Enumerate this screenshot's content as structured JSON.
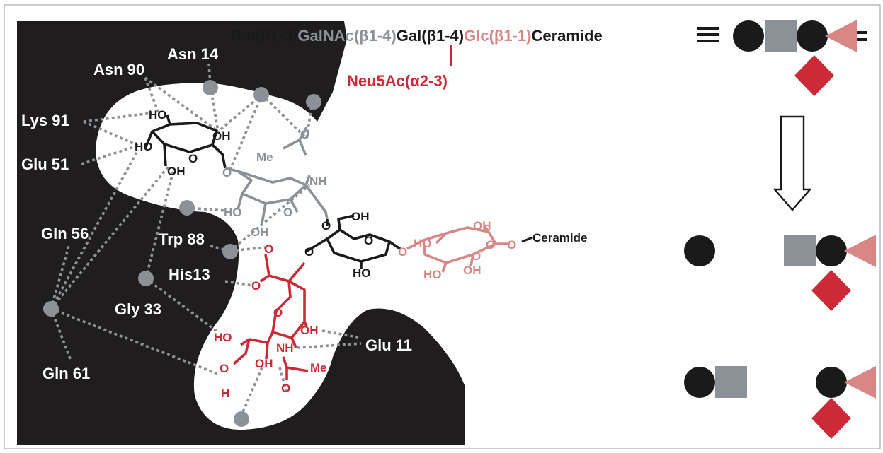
{
  "colors": {
    "gal": "#1b1a1b",
    "galnac": "#8b9196",
    "glc": "#d98686",
    "neu5ac": "#cc2a36",
    "site": "#1f1d1e",
    "waters": "#8b9196"
  },
  "sequence": {
    "gal": "Gal",
    "link1": "(β1-3)",
    "galnac": "GalNAc",
    "link2": "(β1-4)",
    "gal2": "Gal",
    "link3": "(β1-4)",
    "glc": "Glc",
    "link4": "(β1-1)",
    "ceramide": "Ceramide",
    "neu5ac": "Neu5Ac",
    "link5": "(α2-3)"
  },
  "residues": {
    "asn14": "Asn 14",
    "asn90": "Asn 90",
    "lys91": "Lys 91",
    "glu51": "Glu 51",
    "gln56": "Gln 56",
    "trp88": "Trp 88",
    "his13": "His13",
    "gly33": "Gly 33",
    "gln61": "Gln 61",
    "glu11": "Glu 11"
  },
  "atoms": {
    "ho": "HO",
    "oh": "OH",
    "o": "O",
    "nh": "NH",
    "me": "Me",
    "h": "H",
    "ceramide": "Ceramide"
  }
}
